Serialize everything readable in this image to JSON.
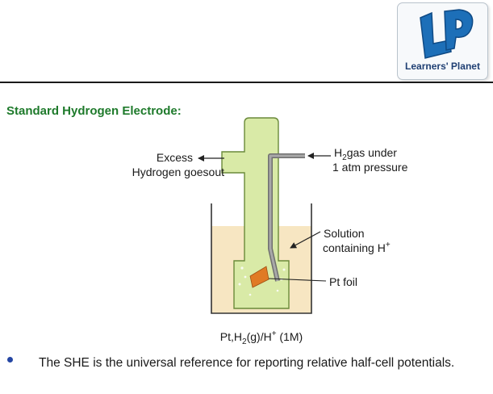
{
  "brand": {
    "name": "Learners' Planet",
    "monogram": "LP",
    "logo_color": "#1d6fb8",
    "text_color": "#1f3f73"
  },
  "section": {
    "title": "Standard Hydrogen Electrode:",
    "title_color": "#1e7a2b"
  },
  "diagram": {
    "labels": {
      "excess_line1": "Excess",
      "excess_line2": "Hydrogen goesout",
      "h2_in_prefix": "H",
      "h2_in_sub": "2",
      "h2_in_suffix": "gas under",
      "h2_in_line2": "1 atm pressure",
      "solution_line1": "Solution",
      "solution_line2_prefix": "containing H",
      "solution_line2_sup": "+",
      "pt_foil": "Pt foil"
    },
    "formula": {
      "part1": "Pt,H",
      "sub": "2",
      "part2": "(g)/H",
      "sup": "+",
      "part3": " (1M)"
    },
    "colors": {
      "tube_fill": "#d9eaa7",
      "tube_stroke": "#6a8a3a",
      "solution_fill": "#f7e6c2",
      "beaker_stroke": "#333333",
      "wire": "#8a8a8a",
      "foil": "#e07a25",
      "arrow": "#222222"
    }
  },
  "bullet": {
    "text": "The SHE is the universal reference for reporting relative half-cell potentials."
  }
}
